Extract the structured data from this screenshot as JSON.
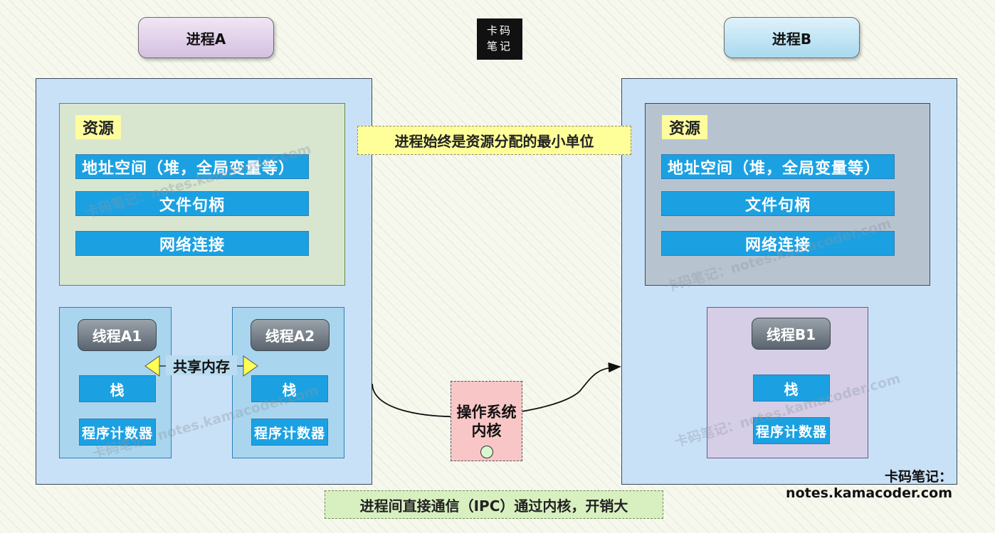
{
  "process_a": {
    "title": "进程A",
    "resources": {
      "label": "资源",
      "address_space": "地址空间（堆，全局变量等）",
      "file_handles": "文件句柄",
      "network": "网络连接"
    },
    "threads": [
      {
        "title": "线程A1",
        "stack": "栈",
        "pc": "程序计数器"
      },
      {
        "title": "线程A2",
        "stack": "栈",
        "pc": "程序计数器"
      }
    ],
    "shared_memory": "共享内存"
  },
  "process_b": {
    "title": "进程B",
    "resources": {
      "label": "资源",
      "address_space": "地址空间（堆，全局变量等）",
      "file_handles": "文件句柄",
      "network": "网络连接"
    },
    "threads": [
      {
        "title": "线程B1",
        "stack": "栈",
        "pc": "程序计数器"
      }
    ]
  },
  "logo": {
    "line1": "卡码",
    "line2": "笔记"
  },
  "note_top": "进程始终是资源分配的最小单位",
  "kernel": {
    "line1": "操作系统",
    "line2": "内核"
  },
  "note_bottom": "进程间直接通信（IPC）通过内核，开销大",
  "footer_watermark": "卡码笔记：notes.kamacoder.com",
  "watermark_text": "卡码笔记：notes.kamacoder.com",
  "colors": {
    "process_a_title": "#e3d3ea",
    "process_b_title": "#bfe3f4",
    "resource_a_bg": "#d8e6d0",
    "resource_b_bg": "#b7c4d0",
    "bar": "#1ba1e2",
    "thread_b_bg": "#d5cee6",
    "kernel_bg": "#f8c6c6"
  }
}
